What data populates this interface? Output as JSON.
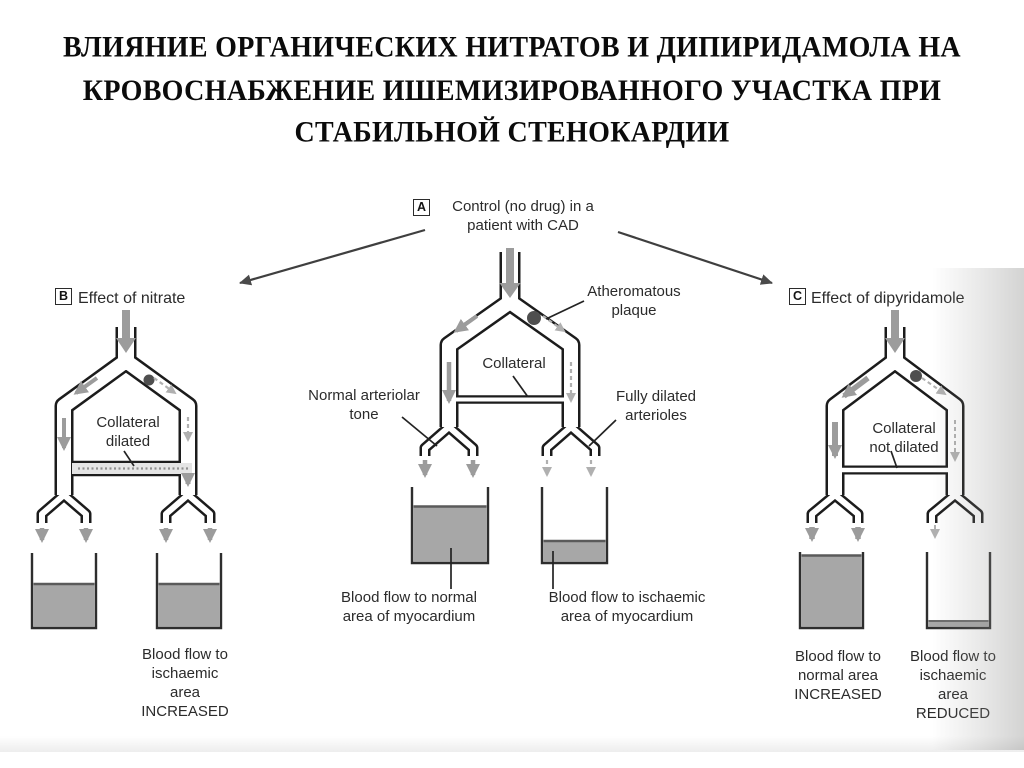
{
  "title": {
    "main": "ВЛИЯНИЕ ОРГАНИЧЕСКИХ НИТРАТОВ И ДИПИРИДАМОЛА НА\nКРОВОСНАБЖЕНИЕ ИШЕМИЗИРОВАННОГО УЧАСТКА ПРИ",
    "sub": "СТАБИЛЬНОЙ СТЕНОКАРДИИ"
  },
  "panels": {
    "a": {
      "letter": "A",
      "title": "Control (no drug) in a\npatient with CAD",
      "plaque_label": "Atheromatous\nplaque",
      "collateral_label": "Collateral",
      "left_arteriole_label": "Normal arteriolar\ntone",
      "right_arteriole_label": "Fully dilated\narterioles",
      "left_beaker_label": "Blood flow to normal\narea of myocardium",
      "right_beaker_label": "Blood flow to ischaemic\narea of myocardium"
    },
    "b": {
      "letter": "B",
      "title": "Effect of nitrate",
      "collateral_label": "Collateral\ndilated",
      "beaker_label": "Blood flow to\nischaemic\narea\nINCREASED"
    },
    "c": {
      "letter": "C",
      "title": "Effect of dipyridamole",
      "collateral_label": "Collateral\nnot dilated",
      "left_beaker_label": "Blood flow to\nnormal area\nINCREASED",
      "right_beaker_label": "Blood flow to\nischaemic\narea\nREDUCED"
    }
  },
  "colors": {
    "flow": "#9c9c9c",
    "flow_weak": "#b0b0b0",
    "plaque": "#4f4f4f",
    "beaker": "#a7a7a7"
  }
}
